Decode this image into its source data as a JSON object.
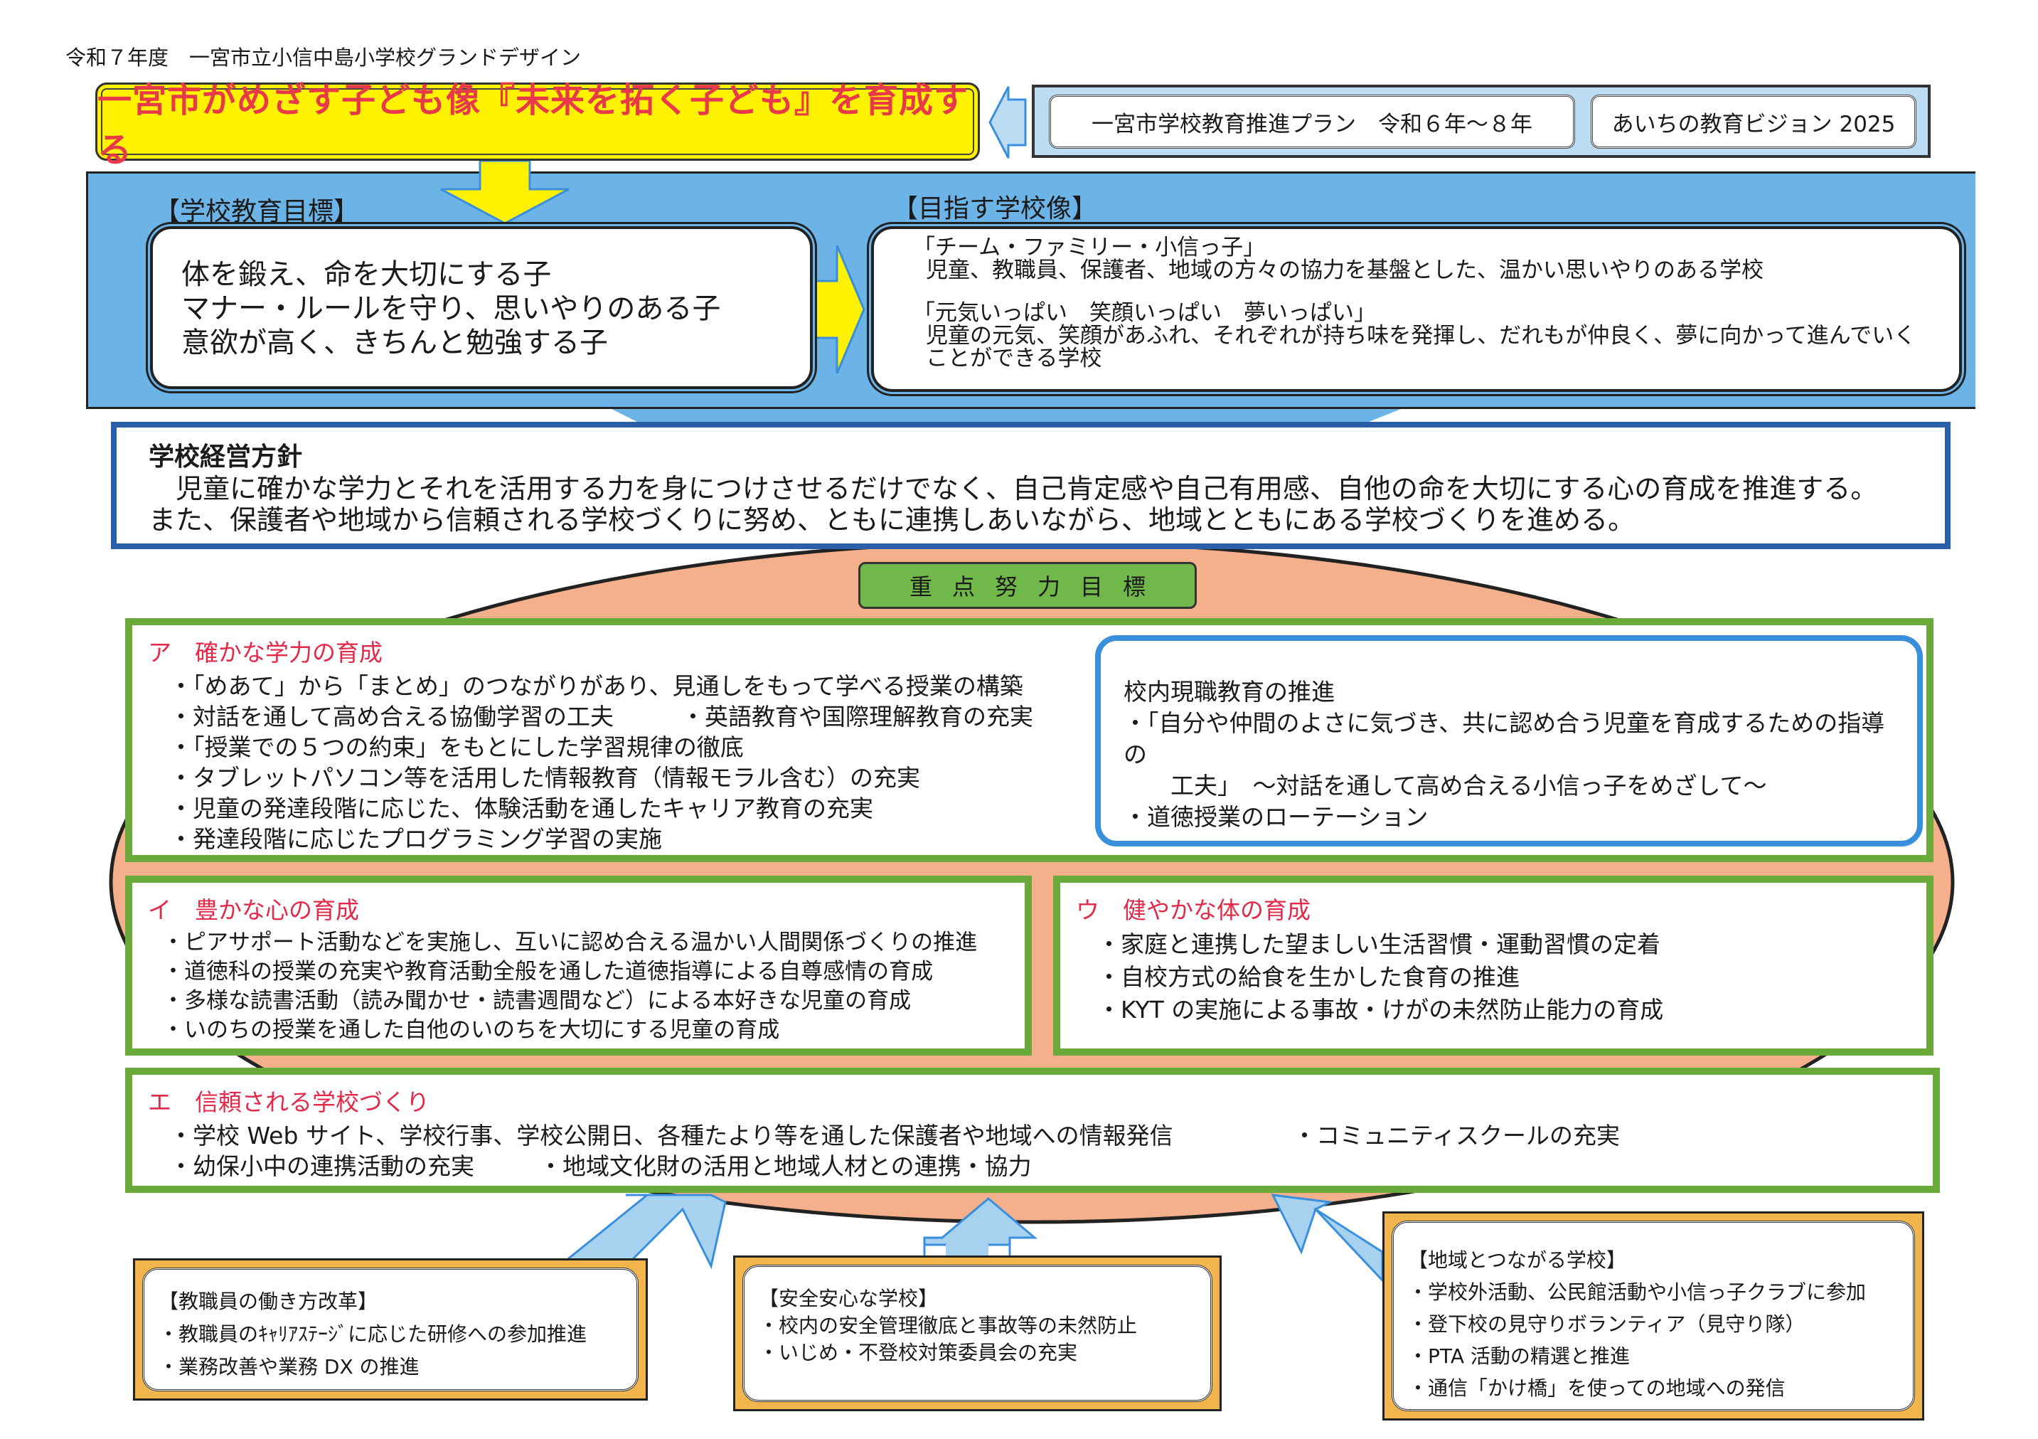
{
  "header": {
    "title": "令和７年度　一宮市立小信中島小学校グランドデザイン"
  },
  "vision_banner": "一宮市がめざす子ども像『未来を拓く子ども』を育成する",
  "plans": [
    "一宮市学校教育推進プラン　令和６年〜８年",
    "あいちの教育ビジョン 2025"
  ],
  "school_goals": {
    "label": "【学校教育目標】",
    "items": [
      "体を鍛え、命を大切にする子",
      "マナー・ルールを守り、思いやりのある子",
      "意欲が高く、きちんと勉強する子"
    ]
  },
  "school_image": {
    "label": "【目指す学校像】",
    "items": [
      {
        "title": "「チーム・ファミリー・小信っ子」",
        "text": "児童、教職員、保護者、地域の方々の協力を基盤とした、温かい思いやりのある学校"
      },
      {
        "title": "「元気いっぱい　笑顔いっぱい　夢いっぱい」",
        "text": "児童の元気、笑顔があふれ、それぞれが持ち味を発揮し、だれもが仲良く、夢に向かって進んでいくことができる学校"
      }
    ]
  },
  "policy": {
    "title": "学校経営方針",
    "lines": [
      "　児童に確かな学力とそれを活用する力を身につけさせるだけでなく、自己肯定感や自己有用感、自他の命を大切にする心の育成を推進する。",
      "また、保護者や地域から信頼される学校づくりに努め、ともに連携しあいながら、地域とともにある学校づくりを進める。"
    ]
  },
  "focus_label": "重点努力目標",
  "a": {
    "title": "ア　確かな学力の育成",
    "items": [
      "・「めあて」から「まとめ」のつながりがあり、見通しをもって学べる授業の構築",
      "・対話を通して高め合える協働学習の工夫",
      "・英語教育や国際理解教育の充実",
      "・「授業での５つの約束」をもとにした学習規律の徹底",
      "・タブレットパソコン等を活用した情報教育（情報モラル含む）の充実",
      "・児童の発達段階に応じた、体験活動を通したキャリア教育の充実",
      "・発達段階に応じたプログラミング学習の実施"
    ]
  },
  "training": {
    "title": "校内現職教育の推進",
    "items": [
      "・「自分や仲間のよさに気づき、共に認め合う児童を育成するための指導の",
      "　　工夫」　〜対話を通して高め合える小信っ子をめざして〜",
      "・道徳授業のローテーション"
    ]
  },
  "i": {
    "title": "イ　豊かな心の育成",
    "items": [
      "・ピアサポート活動などを実施し、互いに認め合える温かい人間関係づくりの推進",
      "・道徳科の授業の充実や教育活動全般を通した道徳指導による自尊感情の育成",
      "・多様な読書活動（読み聞かせ・読書週間など）による本好きな児童の育成",
      "・いのちの授業を通した自他のいのちを大切にする児童の育成"
    ]
  },
  "u": {
    "title": "ウ　健やかな体の育成",
    "items": [
      "・家庭と連携した望ましい生活習慣・運動習慣の定着",
      "・自校方式の給食を生かした食育の推進",
      "・KYT の実施による事故・けがの未然防止能力の育成"
    ]
  },
  "e": {
    "title": "エ　信頼される学校づくり",
    "items": [
      "・学校 Web サイト、学校行事、学校公開日、各種たより等を通した保護者や地域への情報発信",
      "・コミュニティスクールの充実",
      "・幼保小中の連携活動の充実",
      "・地域文化財の活用と地域人材との連携・協力"
    ]
  },
  "bottom": [
    {
      "title": "【教職員の働き方改革】",
      "items": [
        "・教職員のｷｬﾘｱｽﾃｰｼﾞに応じた研修への参加推進",
        "・業務改善や業務 DX の推進"
      ]
    },
    {
      "title": "【安全安心な学校】",
      "items": [
        "・校内の安全管理徹底と事故等の未然防止",
        "・いじめ・不登校対策委員会の充実"
      ]
    },
    {
      "title": "【地域とつながる学校】",
      "items": [
        "・学校外活動、公民館活動や小信っ子クラブに参加",
        "・登下校の見守りボランティア（見守り隊）",
        "・PTA 活動の精選と推進",
        "・通信「かけ橋」を使っての地域への発信"
      ]
    }
  ],
  "colors": {
    "banner": "#fff200",
    "banner_text": "#e8394a",
    "panel": "#6cb4e8",
    "policy_border": "#2a5ea8",
    "ellipse": "#f4b08a",
    "green": "#6aaa3a",
    "orange": "#f2b44c",
    "arrow": "#a6d2f0"
  }
}
